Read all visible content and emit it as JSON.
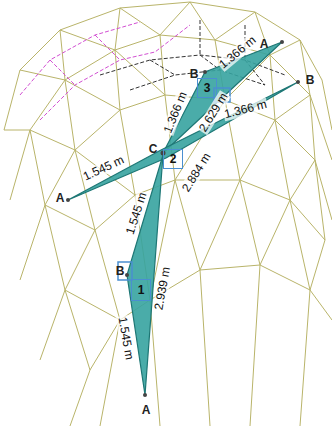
{
  "diagram": {
    "nodes": [
      {
        "text": [
          "3"
        ]
      },
      {
        "text": [
          "2"
        ]
      },
      {
        "text": [
          "1"
        ]
      }
    ],
    "labels": [
      "A",
      "B",
      "1.366 m",
      "1.366 m",
      "2.629 m",
      "C",
      "1.366 m",
      "B",
      "1.545 m",
      "A",
      "2.884 m",
      "1.545 m",
      "B",
      "2.939 m",
      "1.545 m",
      "A"
    ]
  }
}
